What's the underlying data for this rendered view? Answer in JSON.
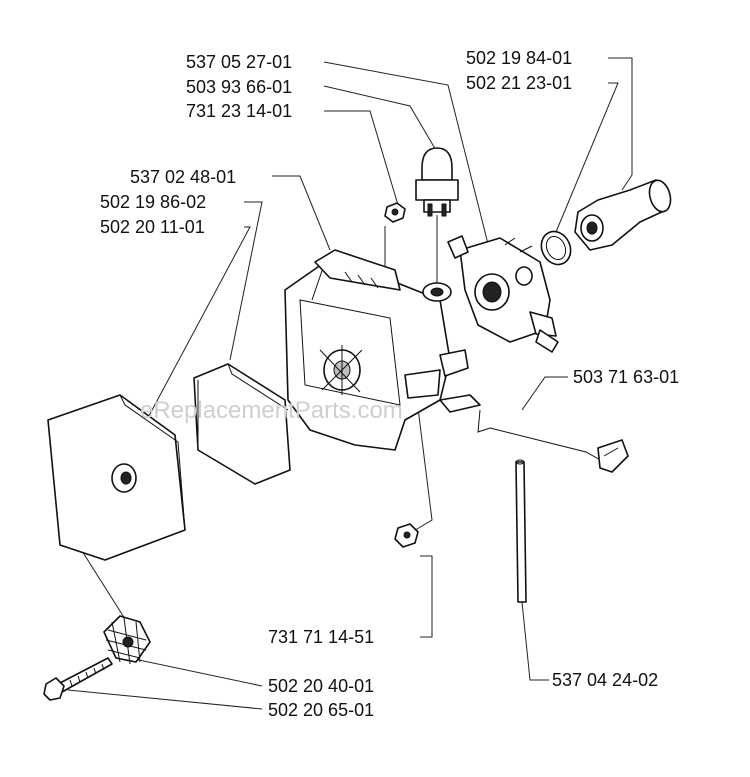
{
  "part_labels": [
    "537 05 27-01",
    "503 93 66-01",
    "731 23 14-01",
    "502 19 84-01",
    "502 21 23-01",
    "537 02 48-01",
    "502 19 86-02",
    "502 20 11-01",
    "503 71 63-01",
    "731 71 14-51",
    "537 04 24-02",
    "502 20 40-01",
    "502 20 65-01"
  ],
  "watermark": "eReplacementParts.com"
}
